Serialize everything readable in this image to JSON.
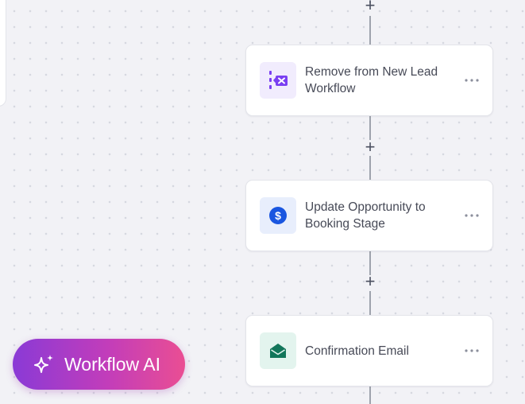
{
  "canvas": {
    "add_step_symbol": "+"
  },
  "nodes": [
    {
      "title": "Remove from New Lead Workflow",
      "icon": "remove-from-workflow-icon",
      "icon_bg": "#f1ecfd",
      "icon_color": "#7a3ff2"
    },
    {
      "title": "Update Opportunity to Booking Stage",
      "icon": "dollar-icon",
      "icon_bg": "#e8eefc",
      "icon_color": "#1a56e0"
    },
    {
      "title": "Confirmation Email",
      "icon": "envelope-icon",
      "icon_bg": "#e3f4ee",
      "icon_color": "#12765a"
    }
  ],
  "workflow_ai": {
    "label": "Workflow AI",
    "icon": "sparkle-icon"
  },
  "colors": {
    "canvas_bg": "#f2f2f6",
    "connector": "#9ea3ad",
    "ai_gradient_start": "#8a3ad6",
    "ai_gradient_end": "#ea4e93"
  }
}
